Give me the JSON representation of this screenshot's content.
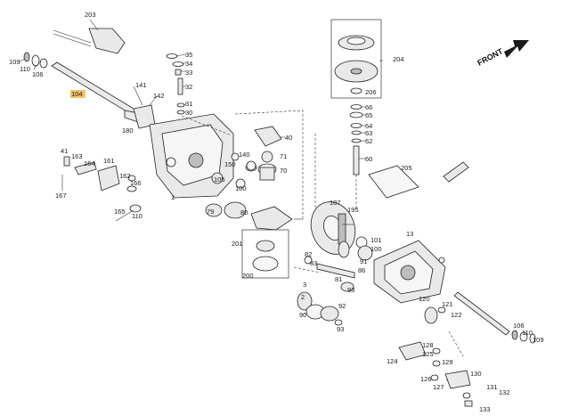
{
  "front_label": "FRONT",
  "highlight_label": "104",
  "callouts": [
    {
      "id": "c203",
      "label": "203"
    },
    {
      "id": "c109a",
      "label": "109"
    },
    {
      "id": "c110a",
      "label": "110"
    },
    {
      "id": "c106a",
      "label": "106"
    },
    {
      "id": "c104",
      "label": "104"
    },
    {
      "id": "c35",
      "label": "35"
    },
    {
      "id": "c34",
      "label": "34"
    },
    {
      "id": "c33",
      "label": "33"
    },
    {
      "id": "c32",
      "label": "32"
    },
    {
      "id": "c141",
      "label": "141"
    },
    {
      "id": "c142",
      "label": "142"
    },
    {
      "id": "c31",
      "label": "31"
    },
    {
      "id": "c30",
      "label": "30"
    },
    {
      "id": "c180",
      "label": "180"
    },
    {
      "id": "c204",
      "label": "204"
    },
    {
      "id": "c206",
      "label": "206"
    },
    {
      "id": "c66",
      "label": "66"
    },
    {
      "id": "c65",
      "label": "65"
    },
    {
      "id": "c64",
      "label": "64"
    },
    {
      "id": "c63",
      "label": "63"
    },
    {
      "id": "c62",
      "label": "62"
    },
    {
      "id": "c60",
      "label": "60"
    },
    {
      "id": "c40",
      "label": "40"
    },
    {
      "id": "c205",
      "label": "205"
    },
    {
      "id": "c41",
      "label": "41"
    },
    {
      "id": "c163",
      "label": "163"
    },
    {
      "id": "c164",
      "label": "164"
    },
    {
      "id": "c161",
      "label": "161"
    },
    {
      "id": "c162",
      "label": "162"
    },
    {
      "id": "c166",
      "label": "166"
    },
    {
      "id": "c167",
      "label": "167"
    },
    {
      "id": "c165",
      "label": "165"
    },
    {
      "id": "c110b",
      "label": "110"
    },
    {
      "id": "c140",
      "label": "140"
    },
    {
      "id": "c150",
      "label": "150"
    },
    {
      "id": "c71",
      "label": "71"
    },
    {
      "id": "c70",
      "label": "70"
    },
    {
      "id": "c105",
      "label": "105"
    },
    {
      "id": "c100a",
      "label": "100"
    },
    {
      "id": "c1",
      "label": "1"
    },
    {
      "id": "c79",
      "label": "79"
    },
    {
      "id": "c80",
      "label": "80"
    },
    {
      "id": "c107",
      "label": "107"
    },
    {
      "id": "c195",
      "label": "195"
    },
    {
      "id": "c201",
      "label": "201"
    },
    {
      "id": "c200",
      "label": "200"
    },
    {
      "id": "c101",
      "label": "101"
    },
    {
      "id": "c100b",
      "label": "100"
    },
    {
      "id": "c13",
      "label": "13"
    },
    {
      "id": "c82",
      "label": "82"
    },
    {
      "id": "c83",
      "label": "83"
    },
    {
      "id": "c91",
      "label": "91"
    },
    {
      "id": "c86",
      "label": "86"
    },
    {
      "id": "c81",
      "label": "81"
    },
    {
      "id": "c93a",
      "label": "93"
    },
    {
      "id": "c3",
      "label": "3"
    },
    {
      "id": "c2",
      "label": "2"
    },
    {
      "id": "c90",
      "label": "90"
    },
    {
      "id": "c92",
      "label": "92"
    },
    {
      "id": "c93b",
      "label": "93"
    },
    {
      "id": "c120",
      "label": "120"
    },
    {
      "id": "c121",
      "label": "121"
    },
    {
      "id": "c122",
      "label": "122"
    },
    {
      "id": "c106b",
      "label": "106"
    },
    {
      "id": "c110c",
      "label": "110"
    },
    {
      "id": "c109b",
      "label": "109"
    },
    {
      "id": "c124",
      "label": "124"
    },
    {
      "id": "c128",
      "label": "128"
    },
    {
      "id": "c125",
      "label": "125"
    },
    {
      "id": "c129",
      "label": "129"
    },
    {
      "id": "c126",
      "label": "126"
    },
    {
      "id": "c127",
      "label": "127"
    },
    {
      "id": "c130",
      "label": "130"
    },
    {
      "id": "c131",
      "label": "131"
    },
    {
      "id": "c132",
      "label": "132"
    },
    {
      "id": "c133",
      "label": "133"
    }
  ],
  "colors": {
    "highlight_fill": "#f5c26b",
    "ink": "#1a1a1a",
    "arrow": "#1a1a1a"
  }
}
